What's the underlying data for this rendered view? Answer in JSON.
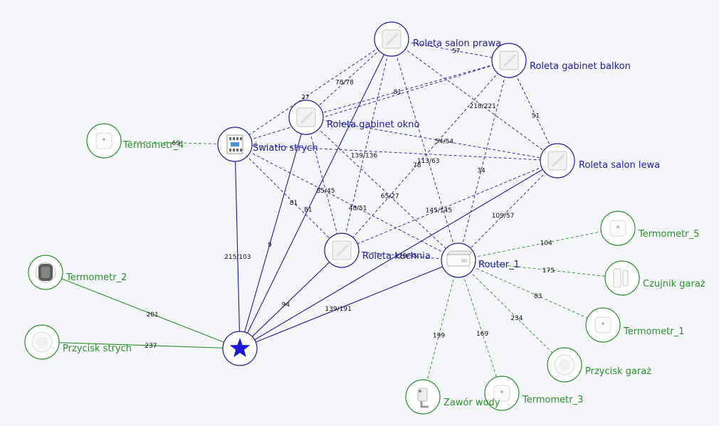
{
  "colors": {
    "router_node": "#1a1aa8",
    "end_device": "#2a8f2a",
    "coordinator_star": "#1a1ad8",
    "background": "#f5f6fa"
  },
  "nodes": [
    {
      "id": "coordinator",
      "label": "",
      "kind": "coordinator",
      "icon": "star-icon"
    },
    {
      "id": "router1",
      "label": "Router_1",
      "kind": "router",
      "icon": "router-box-icon"
    },
    {
      "id": "swiatlo",
      "label": "Światło strych",
      "kind": "router",
      "icon": "relay-module-icon"
    },
    {
      "id": "salon_prawa",
      "label": "Roleta salon prawa",
      "kind": "router",
      "icon": "blind-switch-icon"
    },
    {
      "id": "gabinet_balkon",
      "label": "Roleta gabinet balkon",
      "kind": "router",
      "icon": "blind-switch-icon"
    },
    {
      "id": "gabinet_okno",
      "label": "Roleta gabinet okno",
      "kind": "router",
      "icon": "blind-switch-icon"
    },
    {
      "id": "salon_lewa",
      "label": "Roleta salon lewa",
      "kind": "router",
      "icon": "blind-switch-icon"
    },
    {
      "id": "kuchnia",
      "label": "Roleta kuchnia",
      "kind": "router",
      "icon": "blind-switch-icon"
    },
    {
      "id": "termometr4",
      "label": "Termometr_4",
      "kind": "end",
      "icon": "thermometer-icon"
    },
    {
      "id": "termometr2",
      "label": "Termometr_2",
      "kind": "end",
      "icon": "thermometer-display-icon"
    },
    {
      "id": "przycisk_strych",
      "label": "Przycisk strych",
      "kind": "end",
      "icon": "round-button-icon"
    },
    {
      "id": "termometr5",
      "label": "Termometr_5",
      "kind": "end",
      "icon": "thermometer-icon"
    },
    {
      "id": "czujnik_garaz",
      "label": "Czujnik garaż",
      "kind": "end",
      "icon": "door-sensor-icon"
    },
    {
      "id": "termometr1",
      "label": "Termometr_1",
      "kind": "end",
      "icon": "thermometer-icon"
    },
    {
      "id": "przycisk_garaz",
      "label": "Przycisk garaż",
      "kind": "end",
      "icon": "round-button-icon"
    },
    {
      "id": "termometr3",
      "label": "Termometr_3",
      "kind": "end",
      "icon": "thermometer-icon"
    },
    {
      "id": "zawor_wody",
      "label": "Zawór wody",
      "kind": "end",
      "icon": "water-valve-icon"
    }
  ],
  "edges": [
    {
      "from": "swiatlo",
      "to": "coordinator",
      "label": "215/103",
      "style": "solid",
      "color": "blue"
    },
    {
      "from": "salon_prawa",
      "to": "coordinator",
      "label": "81",
      "style": "solid",
      "color": "blue"
    },
    {
      "from": "gabinet_okno",
      "to": "coordinator",
      "label": "9",
      "style": "solid",
      "color": "blue"
    },
    {
      "from": "kuchnia",
      "to": "coordinator",
      "label": "94",
      "style": "solid",
      "color": "blue"
    },
    {
      "from": "router1",
      "to": "coordinator",
      "label": "139/191",
      "style": "solid",
      "color": "blue"
    },
    {
      "from": "salon_lewa",
      "to": "coordinator",
      "label": "",
      "style": "solid",
      "color": "blue"
    },
    {
      "from": "termometr2",
      "to": "coordinator",
      "label": "201",
      "style": "solid",
      "color": "green"
    },
    {
      "from": "przycisk_strych",
      "to": "coordinator",
      "label": "237",
      "style": "solid",
      "color": "green"
    },
    {
      "from": "salon_prawa",
      "to": "gabinet_balkon",
      "label": "57",
      "style": "dashed",
      "color": "blue"
    },
    {
      "from": "salon_prawa",
      "to": "swiatlo",
      "label": "27",
      "style": "dashed",
      "color": "blue"
    },
    {
      "from": "salon_prawa",
      "to": "gabinet_okno",
      "label": "78/78",
      "style": "dashed",
      "color": "blue"
    },
    {
      "from": "salon_prawa",
      "to": "salon_lewa",
      "label": "218/221",
      "style": "dashed",
      "color": "blue"
    },
    {
      "from": "salon_prawa",
      "to": "kuchnia",
      "label": "139/136",
      "style": "dashed",
      "color": "blue"
    },
    {
      "from": "salon_prawa",
      "to": "router1",
      "label": "113/63",
      "style": "dashed",
      "color": "blue"
    },
    {
      "from": "gabinet_balkon",
      "to": "gabinet_okno",
      "label": "81",
      "style": "dashed",
      "color": "blue"
    },
    {
      "from": "gabinet_balkon",
      "to": "salon_lewa",
      "label": "51",
      "style": "dashed",
      "color": "blue"
    },
    {
      "from": "gabinet_balkon",
      "to": "router1",
      "label": "34",
      "style": "dashed",
      "color": "blue"
    },
    {
      "from": "gabinet_balkon",
      "to": "kuchnia",
      "label": "78",
      "style": "dashed",
      "color": "blue"
    },
    {
      "from": "gabinet_balkon",
      "to": "swiatlo",
      "label": "",
      "style": "dashed",
      "color": "blue"
    },
    {
      "from": "gabinet_okno",
      "to": "salon_lewa",
      "label": "54/54",
      "style": "dashed",
      "color": "blue"
    },
    {
      "from": "gabinet_okno",
      "to": "kuchnia",
      "label": "85/45",
      "style": "dashed",
      "color": "blue"
    },
    {
      "from": "gabinet_okno",
      "to": "router1",
      "label": "65/27",
      "style": "dashed",
      "color": "blue"
    },
    {
      "from": "swiatlo",
      "to": "kuchnia",
      "label": "81",
      "style": "dashed",
      "color": "blue"
    },
    {
      "from": "swiatlo",
      "to": "router1",
      "label": "48/51",
      "style": "dashed",
      "color": "blue"
    },
    {
      "from": "swiatlo",
      "to": "salon_lewa",
      "label": "",
      "style": "dashed",
      "color": "blue"
    },
    {
      "from": "salon_lewa",
      "to": "router1",
      "label": "109/57",
      "style": "dashed",
      "color": "blue"
    },
    {
      "from": "salon_lewa",
      "to": "kuchnia",
      "label": "145/145",
      "style": "dashed",
      "color": "blue"
    },
    {
      "from": "kuchnia",
      "to": "router1",
      "label": "129/95",
      "style": "dashed",
      "color": "blue"
    },
    {
      "from": "termometr4",
      "to": "swiatlo",
      "label": "69",
      "style": "dashed",
      "color": "green"
    },
    {
      "from": "router1",
      "to": "termometr5",
      "label": "104",
      "style": "dashed",
      "color": "green"
    },
    {
      "from": "router1",
      "to": "czujnik_garaz",
      "label": "175",
      "style": "dashed",
      "color": "green"
    },
    {
      "from": "router1",
      "to": "termometr1",
      "label": "83",
      "style": "dashed",
      "color": "green"
    },
    {
      "from": "router1",
      "to": "przycisk_garaz",
      "label": "234",
      "style": "dashed",
      "color": "green"
    },
    {
      "from": "router1",
      "to": "termometr3",
      "label": "169",
      "style": "dashed",
      "color": "green"
    },
    {
      "from": "router1",
      "to": "zawor_wody",
      "label": "199",
      "style": "dashed",
      "color": "green"
    }
  ]
}
